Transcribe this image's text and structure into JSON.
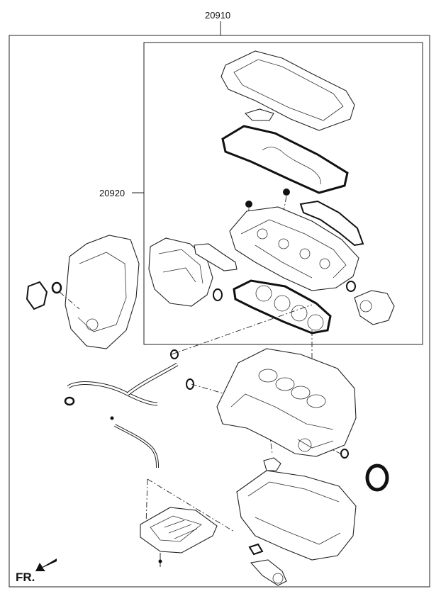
{
  "labels": {
    "outer_kit": "20910",
    "inner_kit": "20920",
    "front": "FR."
  },
  "icons": {
    "front_arrow": "arrow-down-left-icon"
  }
}
